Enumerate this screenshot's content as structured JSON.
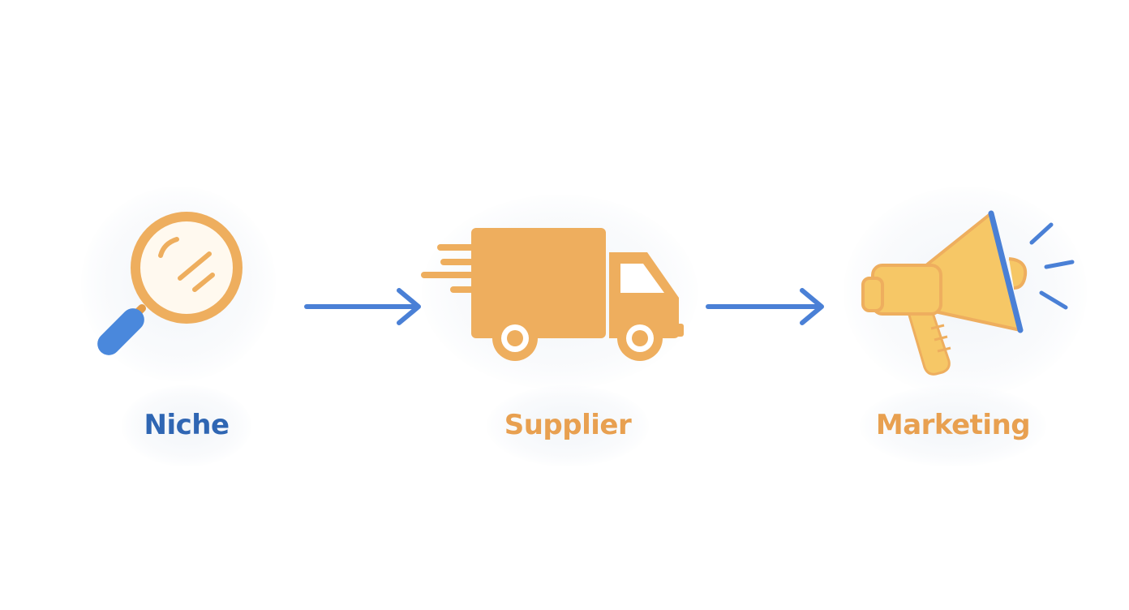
{
  "steps": [
    {
      "label": "Niche",
      "icon": "magnifying-glass-icon",
      "label_color": "#2f66b3"
    },
    {
      "label": "Supplier",
      "icon": "delivery-truck-icon",
      "label_color": "#e8a050"
    },
    {
      "label": "Marketing",
      "icon": "megaphone-icon",
      "label_color": "#e8a050"
    }
  ],
  "colors": {
    "orange": "#eeae5e",
    "orange_dark": "#e49c48",
    "yellow": "#f6c766",
    "blue": "#4a80d6",
    "blue_text": "#2f66b3"
  }
}
